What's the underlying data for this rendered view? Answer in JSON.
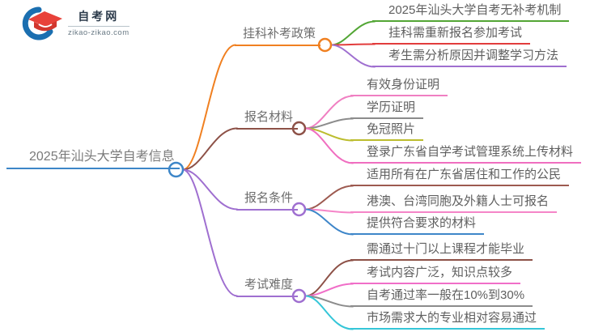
{
  "logo": {
    "title": "自考网",
    "domain": "zikao-zikao.com",
    "icon": "graduation-cap-icon",
    "cap_color": "#e8423a",
    "swoosh_color": "#1b6fb0"
  },
  "mindmap": {
    "root": {
      "label": "2025年汕头大学自考信息",
      "color": "#3d86c8"
    },
    "branches": [
      {
        "label": "挂科补考政策",
        "color": "#f08021",
        "children": [
          {
            "text": "2025年汕头大学自考无补考机制",
            "color": "#53a635"
          },
          {
            "text": "挂科需重新报名参加考试",
            "color": "#e23c3c"
          },
          {
            "text": "考生需分析原因并调整学习方法",
            "color": "#9f6fd0"
          }
        ]
      },
      {
        "label": "报名材料",
        "color": "#8d5147",
        "children": [
          {
            "text": "有效身份证明",
            "color": "#f07fc2"
          },
          {
            "text": "学历证明",
            "color": "#8c8c8c"
          },
          {
            "text": "免冠照片",
            "color": "#bcbd2e"
          },
          {
            "text": "登录广东省自学考试管理系统上传材料",
            "color": "#f06ec0"
          }
        ]
      },
      {
        "label": "报名条件",
        "color": "#9f6fd0",
        "children": [
          {
            "text": "适用所有在广东省居住和工作的公民",
            "color": "#9d5a50"
          },
          {
            "text": "港澳、台湾同胞及外籍人士可报名",
            "color": "#f585c8"
          },
          {
            "text": "提供符合要求的材料",
            "color": "#3e86c9"
          }
        ]
      },
      {
        "label": "考试难度",
        "color": "#9f6fd0",
        "children": [
          {
            "text": "需通过十门以上课程才能毕业",
            "color": "#8d5147"
          },
          {
            "text": "考试内容广泛，知识点较多",
            "color": "#f06ec8"
          },
          {
            "text": "自考通过率一般在10%到30%",
            "color": "#8c8c8c"
          },
          {
            "text": "市场需求大的专业相对容易通过",
            "color": "#35c6d8"
          }
        ]
      }
    ]
  }
}
